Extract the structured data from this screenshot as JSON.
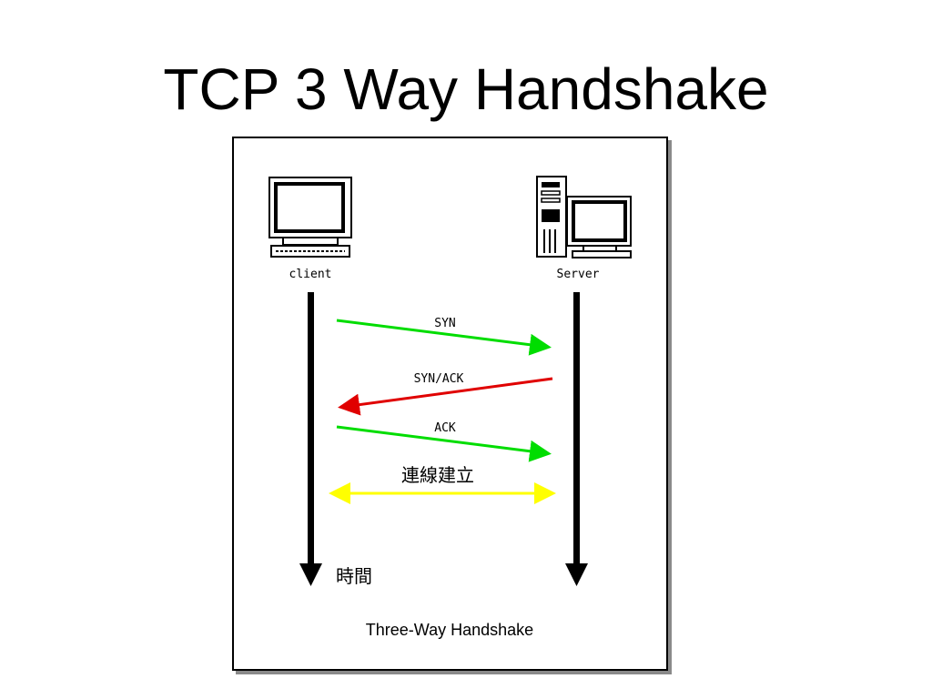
{
  "title": "TCP 3 Way Handshake",
  "figure": {
    "client_label": "client",
    "server_label": "Server",
    "time_label": "時間",
    "caption": "Three-Way Handshake",
    "messages": [
      {
        "label": "SYN",
        "direction": "client-to-server",
        "color": "#00dd00"
      },
      {
        "label": "SYN/ACK",
        "direction": "server-to-client",
        "color": "#e00000"
      },
      {
        "label": "ACK",
        "direction": "client-to-server",
        "color": "#00dd00"
      }
    ],
    "connection": {
      "label": "連線建立",
      "direction": "bidirectional",
      "color": "#ffff00"
    },
    "icons": {
      "client": "desktop-computer-icon",
      "server": "server-tower-with-monitor-icon"
    }
  }
}
